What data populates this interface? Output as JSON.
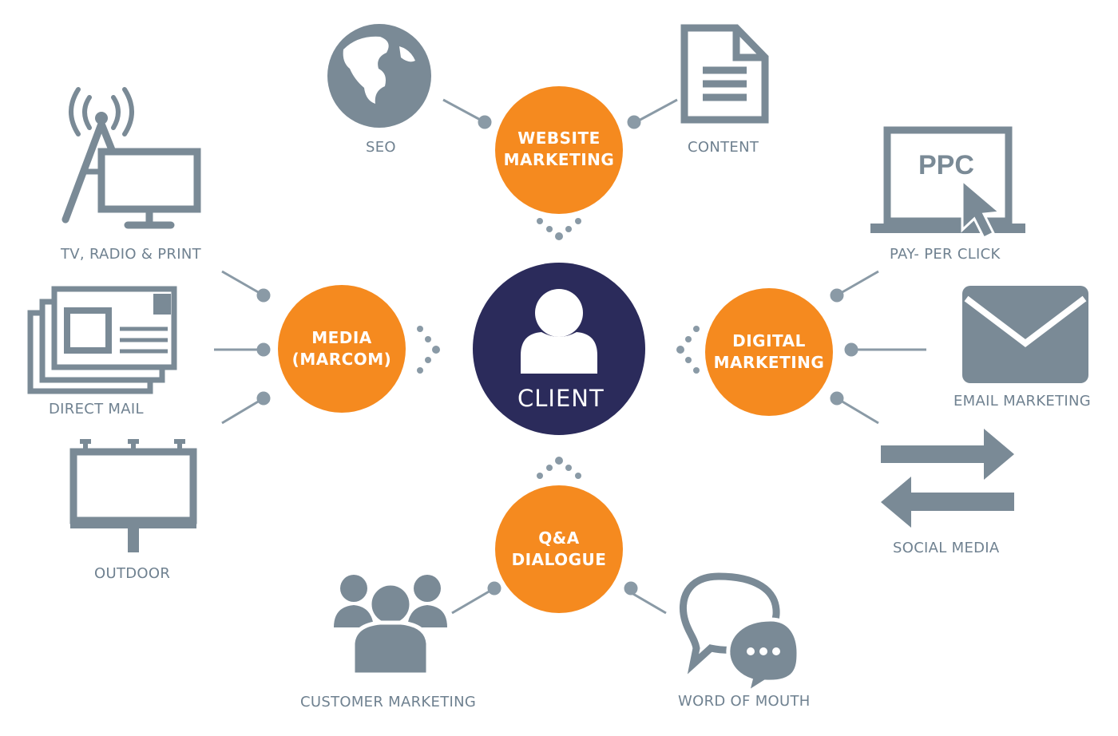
{
  "colors": {
    "hub": "#f58a1f",
    "center": "#2b2b5b",
    "icon": "#7a8a96",
    "label": "#6f8190"
  },
  "center": {
    "label": "CLIENT",
    "icon": "user-icon"
  },
  "hubs": [
    {
      "id": "website",
      "lines": [
        "WEBSITE",
        "MARKETING"
      ]
    },
    {
      "id": "media",
      "lines": [
        "MEDIA",
        "(MARCOM)"
      ]
    },
    {
      "id": "digital",
      "lines": [
        "DIGITAL",
        "MARKETING"
      ]
    },
    {
      "id": "qa",
      "lines": [
        "Q&A",
        "DIALOGUE"
      ]
    }
  ],
  "channels": {
    "seo": {
      "label": "SEO",
      "icon": "globe-icon"
    },
    "content": {
      "label": "CONTENT",
      "icon": "document-icon"
    },
    "tv": {
      "label": "TV, RADIO & PRINT",
      "icon": "broadcast-tv-icon"
    },
    "mail": {
      "label": "DIRECT MAIL",
      "icon": "postcard-icon"
    },
    "outdoor": {
      "label": "OUTDOOR",
      "icon": "billboard-icon"
    },
    "ppc": {
      "label": "PAY- PER CLICK",
      "icon": "laptop-cursor-icon",
      "screen_text": "PPC"
    },
    "email": {
      "label": "EMAIL MARKETING",
      "icon": "envelope-icon"
    },
    "social": {
      "label": "SOCIAL MEDIA",
      "icon": "exchange-arrows-icon"
    },
    "customer": {
      "label": "CUSTOMER MARKETING",
      "icon": "group-icon"
    },
    "wom": {
      "label": "WORD OF MOUTH",
      "icon": "speech-bubbles-icon"
    }
  }
}
